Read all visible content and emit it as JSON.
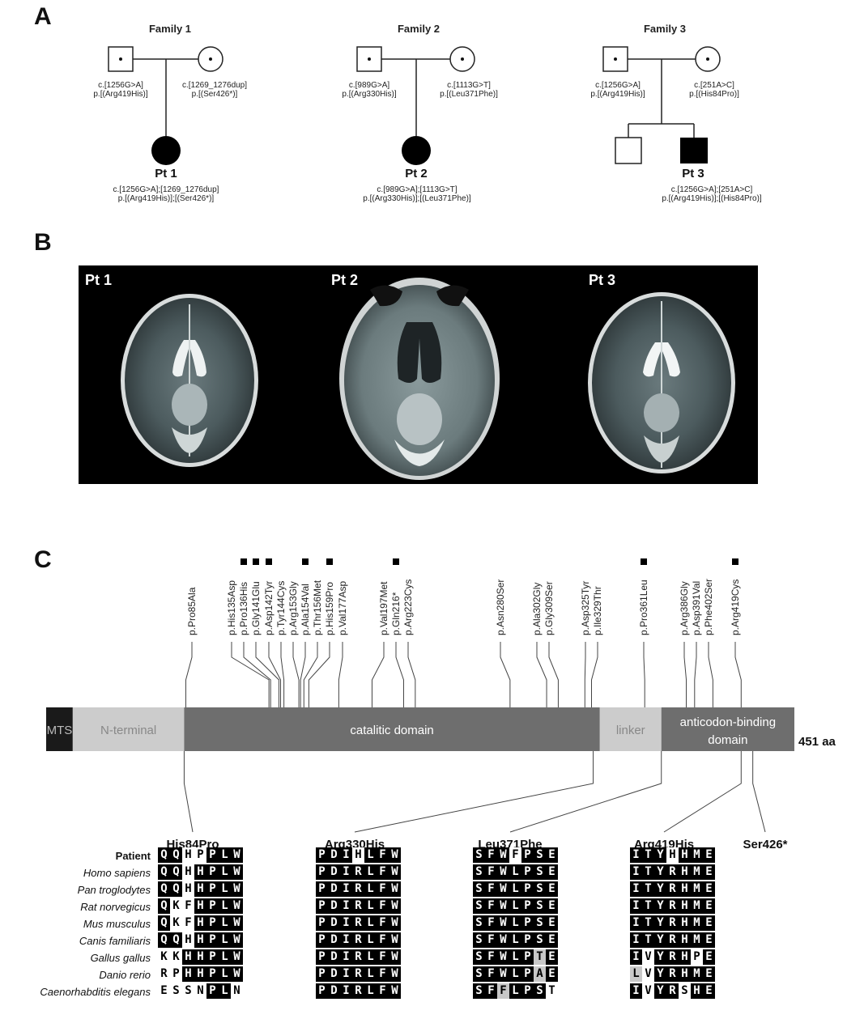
{
  "panels": {
    "a": "A",
    "b": "B",
    "c": "C"
  },
  "families": [
    {
      "title": "Family 1",
      "father_cdna": "c.[1256G>A]",
      "father_prot": "p.[(Arg419His)]",
      "mother_cdna": "c.[1269_1276dup]",
      "mother_prot": "p.[(Ser426*)]",
      "patient_label": "Pt 1",
      "patient_cdna": "c.[1256G>A];[1269_1276dup]",
      "patient_prot": "p.[(Arg419His)];[(Ser426*)]"
    },
    {
      "title": "Family 2",
      "father_cdna": "c.[989G>A]",
      "father_prot": "p.[(Arg330His)]",
      "mother_cdna": "c.[1113G>T]",
      "mother_prot": "p.[(Leu371Phe)]",
      "patient_label": "Pt 2",
      "patient_cdna": "c.[989G>A];[1113G>T]",
      "patient_prot": "p.[(Arg330His)];[(Leu371Phe)]"
    },
    {
      "title": "Family 3",
      "father_cdna": "c.[1256G>A]",
      "father_prot": "p.[(Arg419His)]",
      "mother_cdna": "c.[251A>C]",
      "mother_prot": "p.[(His84Pro)]",
      "patient_label": "Pt 3",
      "patient_cdna": "c.[1256G>A];[251A>C]",
      "patient_prot": "p.[(Arg419His)];[(His84Pro)]"
    }
  ],
  "mri_labels": [
    "Pt 1",
    "Pt 2",
    "Pt 3"
  ],
  "protein": {
    "length_label": "451 aa",
    "domains": [
      {
        "label": "MTS",
        "start": 1,
        "end": 17,
        "fill": "#1a1a1a",
        "text_color": "#bbbbbb"
      },
      {
        "label": "N-terminal",
        "start": 17,
        "end": 84,
        "fill": "#cccccc",
        "text_color": "#888888"
      },
      {
        "label": "catalitic domain",
        "start": 84,
        "end": 334,
        "fill": "#6e6e6e",
        "text_color": "#ffffff"
      },
      {
        "label": "linker",
        "start": 334,
        "end": 371,
        "fill": "#cccccc",
        "text_color": "#888888"
      },
      {
        "label": "anticodon-binding",
        "label2": "domain",
        "start": 371,
        "end": 451,
        "fill": "#6e6e6e",
        "text_color": "#ffffff"
      }
    ],
    "variants": [
      {
        "label": "p.Pro85Ala",
        "pos": 85,
        "marked": false
      },
      {
        "label": "p.His135Asp",
        "pos": 135,
        "marked": false
      },
      {
        "label": "p.Pro136His",
        "pos": 136,
        "marked": true
      },
      {
        "label": "p.Gly141Glu",
        "pos": 141,
        "marked": true
      },
      {
        "label": "p.Asp142Tyr",
        "pos": 142,
        "marked": true
      },
      {
        "label": "p.Tyr144Cys",
        "pos": 144,
        "marked": false
      },
      {
        "label": "p.Arg153Gly",
        "pos": 153,
        "marked": false
      },
      {
        "label": "p.Ala154Val",
        "pos": 154,
        "marked": true
      },
      {
        "label": "p.Thr156Met",
        "pos": 156,
        "marked": false
      },
      {
        "label": "p.His159Pro",
        "pos": 159,
        "marked": true
      },
      {
        "label": "p.Val177Asp",
        "pos": 177,
        "marked": false
      },
      {
        "label": "p.Val197Met",
        "pos": 197,
        "marked": false
      },
      {
        "label": "p.Gln216*",
        "pos": 216,
        "marked": true
      },
      {
        "label": "p.Arg223Cys",
        "pos": 223,
        "marked": false
      },
      {
        "label": "p.Asn280Ser",
        "pos": 280,
        "marked": false
      },
      {
        "label": "p.Ala302Gly",
        "pos": 302,
        "marked": false
      },
      {
        "label": "p.Gly309Ser",
        "pos": 309,
        "marked": false
      },
      {
        "label": "p.Asp325Tyr",
        "pos": 325,
        "marked": false
      },
      {
        "label": "p.Ile329Thr",
        "pos": 329,
        "marked": false
      },
      {
        "label": "p.Pro361Leu",
        "pos": 361,
        "marked": true
      },
      {
        "label": "p.Arg386Gly",
        "pos": 386,
        "marked": false
      },
      {
        "label": "p.Asp391Val",
        "pos": 391,
        "marked": false
      },
      {
        "label": "p.Phe402Ser",
        "pos": 402,
        "marked": false
      },
      {
        "label": "p.Arg419Cys",
        "pos": 419,
        "marked": true
      }
    ],
    "patient_mutations": [
      {
        "label": "His84Pro",
        "pos": 84
      },
      {
        "label": "Arg330His",
        "pos": 330
      },
      {
        "label": "Leu371Phe",
        "pos": 371
      },
      {
        "label": "Arg419His",
        "pos": 419
      },
      {
        "label": "Ser426*",
        "pos": 426
      }
    ]
  },
  "alignment": {
    "species": [
      {
        "name": "Patient",
        "bold": true
      },
      {
        "name": "Homo sapiens",
        "bold": false
      },
      {
        "name": "Pan troglodytes",
        "bold": false
      },
      {
        "name": "Rat norvegicus",
        "bold": false
      },
      {
        "name": "Mus musculus",
        "bold": false
      },
      {
        "name": "Canis familiaris",
        "bold": false
      },
      {
        "name": "Gallus gallus",
        "bold": false
      },
      {
        "name": "Danio rerio",
        "bold": false
      },
      {
        "name": "Caenorhabditis elegans",
        "bold": false
      }
    ],
    "blocks": [
      {
        "rows": [
          {
            "seq": "QQHPPLW",
            "shade": "bbwwbbb"
          },
          {
            "seq": "QQHHPLW",
            "shade": "bbwbbbb"
          },
          {
            "seq": "QQHHPLW",
            "shade": "bbwbbbb"
          },
          {
            "seq": "QKFHPLW",
            "shade": "bwwbbbb"
          },
          {
            "seq": "QKFHPLW",
            "shade": "bwwbbbb"
          },
          {
            "seq": "QQHHPLW",
            "shade": "bbwbbbb"
          },
          {
            "seq": "KKHHPLW",
            "shade": "wwbbbbb"
          },
          {
            "seq": "RPHHPLW",
            "shade": "wwbbbbb"
          },
          {
            "seq": "ESSNPLN",
            "shade": "wwwwbbw"
          }
        ]
      },
      {
        "rows": [
          {
            "seq": "PDIHLFW",
            "shade": "bbbwbbb"
          },
          {
            "seq": "PDIRLFW",
            "shade": "bbbbbbb"
          },
          {
            "seq": "PDIRLFW",
            "shade": "bbbbbbb"
          },
          {
            "seq": "PDIRLFW",
            "shade": "bbbbbbb"
          },
          {
            "seq": "PDIRLFW",
            "shade": "bbbbbbb"
          },
          {
            "seq": "PDIRLFW",
            "shade": "bbbbbbb"
          },
          {
            "seq": "PDIRLFW",
            "shade": "bbbbbbb"
          },
          {
            "seq": "PDIRLFW",
            "shade": "bbbbbbb"
          },
          {
            "seq": "PDIRLFW",
            "shade": "bbbbbbb"
          }
        ]
      },
      {
        "rows": [
          {
            "seq": "SFWFPSE",
            "shade": "bbbwbbb"
          },
          {
            "seq": "SFWLPSE",
            "shade": "bbbbbbb"
          },
          {
            "seq": "SFWLPSE",
            "shade": "bbbbbbb"
          },
          {
            "seq": "SFWLPSE",
            "shade": "bbbbbbb"
          },
          {
            "seq": "SFWLPSE",
            "shade": "bbbbbbb"
          },
          {
            "seq": "SFWLPSE",
            "shade": "bbbbbbb"
          },
          {
            "seq": "SFWLPTE",
            "shade": "bbbbbgb"
          },
          {
            "seq": "SFWLPAE",
            "shade": "bbbbbgb"
          },
          {
            "seq": "SFFLPST",
            "shade": "bbgbbbw"
          }
        ]
      },
      {
        "rows": [
          {
            "seq": "ITYHHME",
            "shade": "bbbwbbb"
          },
          {
            "seq": "ITYRHME",
            "shade": "bbbbbbb"
          },
          {
            "seq": "ITYRHME",
            "shade": "bbbbbbb"
          },
          {
            "seq": "ITYRHME",
            "shade": "bbbbbbb"
          },
          {
            "seq": "ITYRHME",
            "shade": "bbbbbbb"
          },
          {
            "seq": "ITYRHME",
            "shade": "bbbbbbb"
          },
          {
            "seq": "IVYRHPE",
            "shade": "bwbbbwb"
          },
          {
            "seq": "LVYRHME",
            "shade": "gwbbbbb"
          },
          {
            "seq": "IVYRSHE",
            "shade": "bwbbwbb"
          }
        ]
      }
    ]
  }
}
